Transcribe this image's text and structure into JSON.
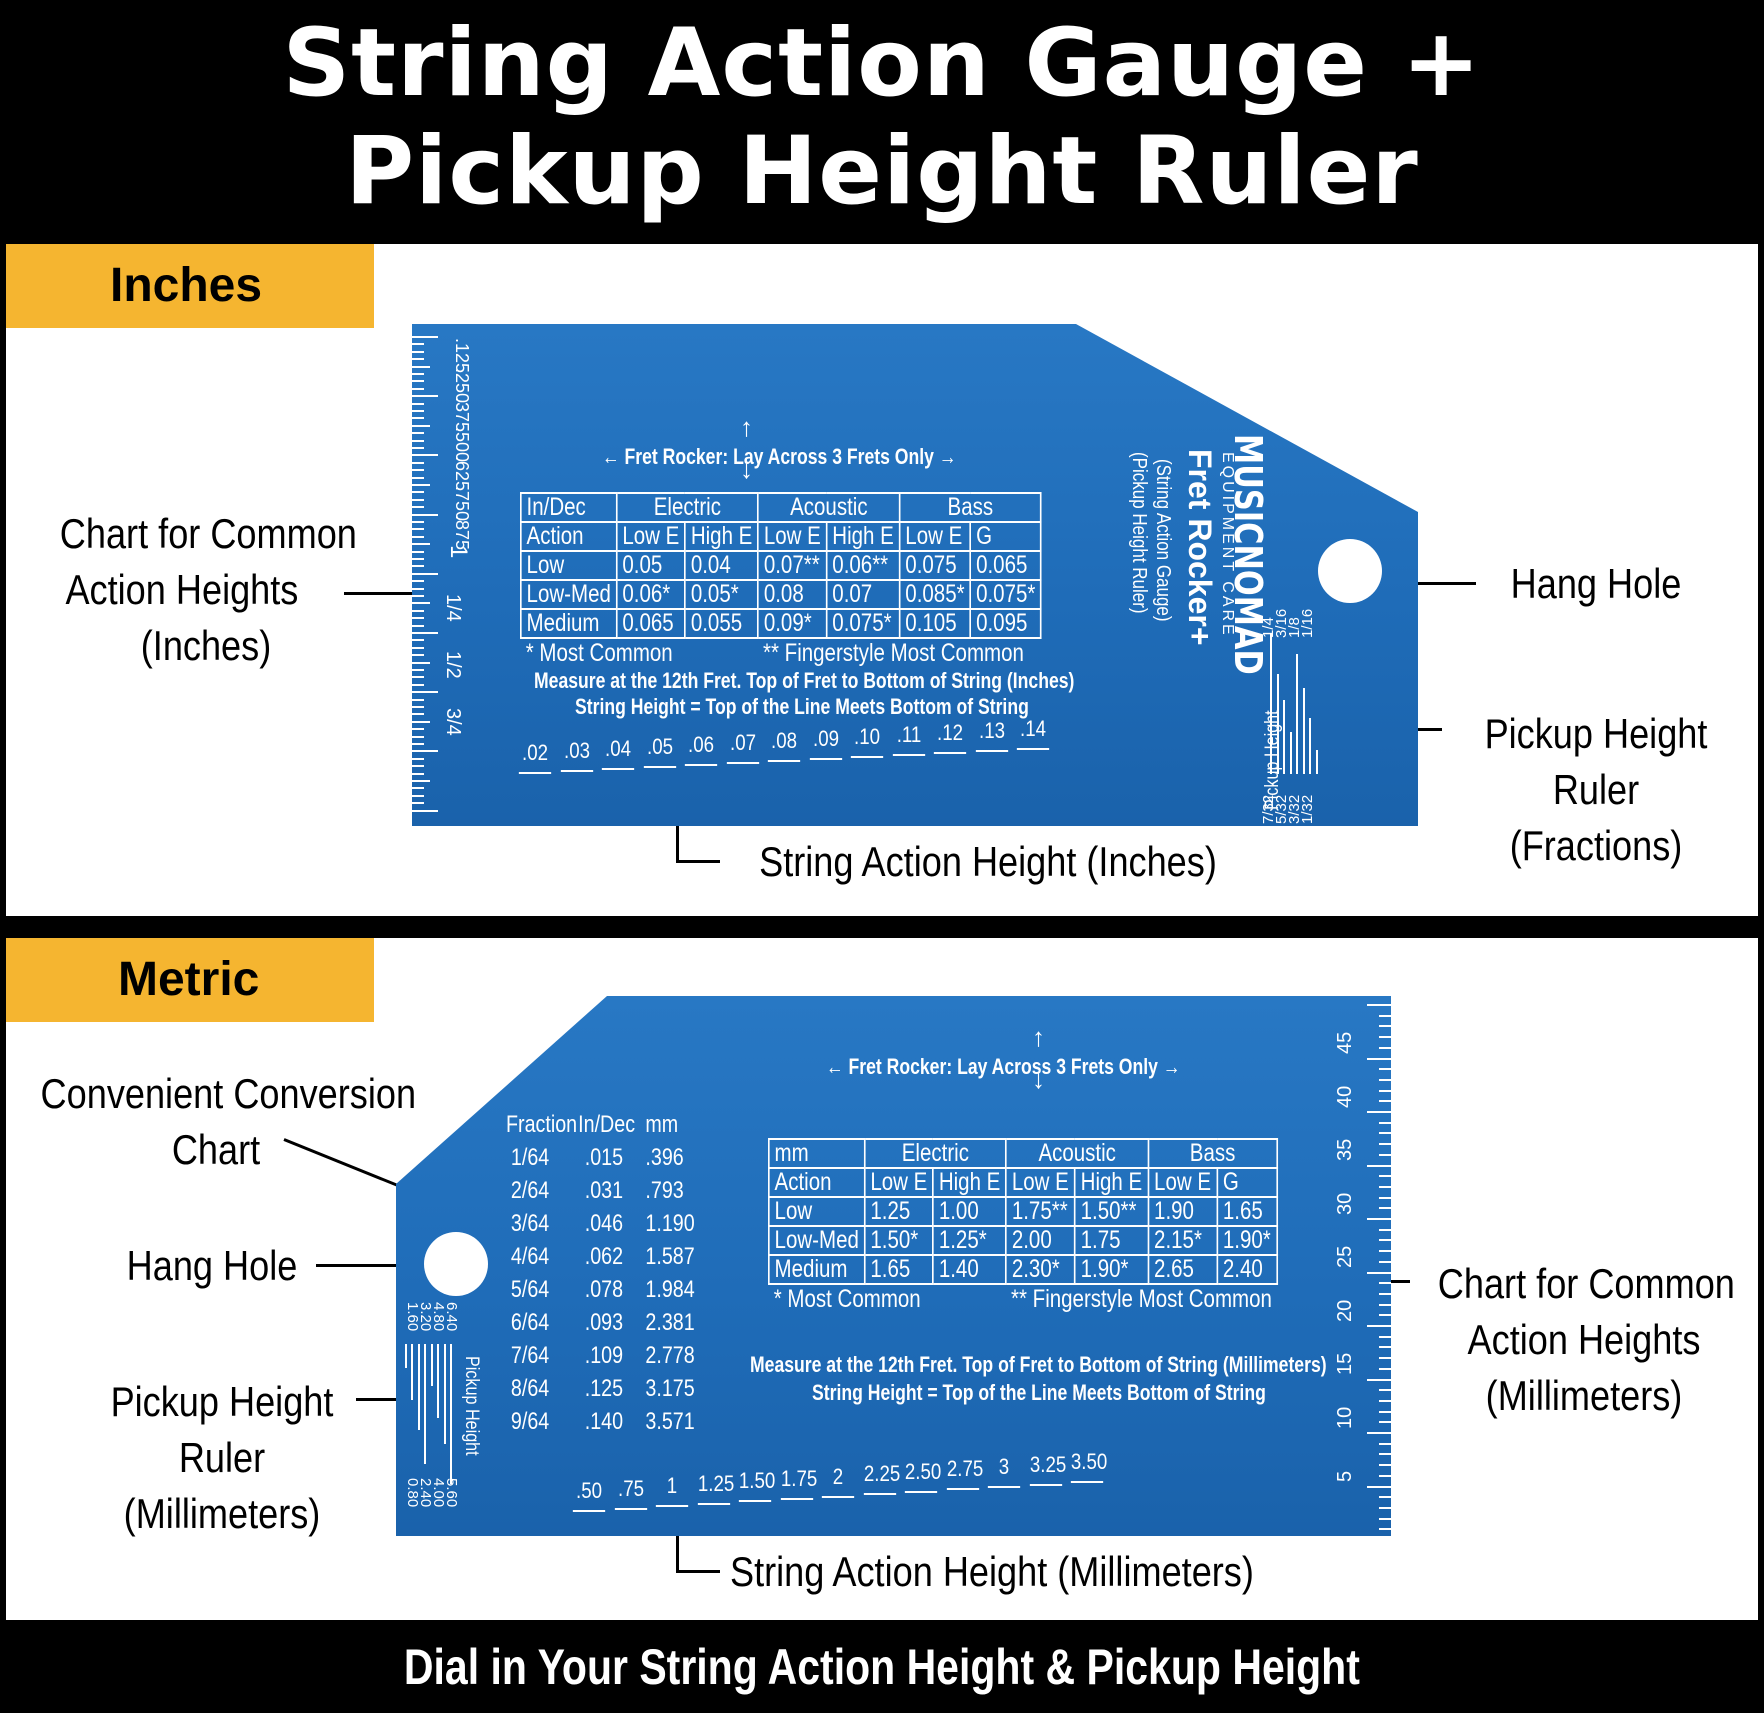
{
  "header": {
    "line1": "String Action Gauge +",
    "line2": "Pickup Height Ruler"
  },
  "footer": "Dial in Your String Action Height & Pickup Height",
  "inches": {
    "tag": "Inches",
    "labels": {
      "chart": [
        "Chart for Common",
        "Action Heights",
        "(Inches)"
      ],
      "hang_hole": "Hang Hole",
      "pickup": [
        "Pickup Height",
        "Ruler",
        "(Fractions)"
      ],
      "action": "String Action Height (Inches)"
    },
    "gauge": {
      "fret_rocker": "Fret Rocker: Lay Across 3 Frets Only",
      "brand": "MUSICNOMAD",
      "brand_sub": "EQUIPMENT CARE",
      "product": "Fret Rocker+",
      "product_sub1": "(String Action Gauge)",
      "product_sub2": "(Pickup Height Ruler)",
      "pickup_label": "Pickup Height",
      "pickup_top": [
        "1/4",
        "3/16",
        "1/8",
        "1/16"
      ],
      "pickup_bottom": [
        "7/32",
        "5/32",
        "3/32",
        "1/32"
      ],
      "measure1": "Measure at the 12th Fret. Top of Fret to Bottom of String (Inches)",
      "measure2": "String Height = Top of the Line Meets Bottom of String",
      "ruler_dec": [
        ".125",
        ".250",
        ".375",
        ".500",
        ".625",
        ".750",
        ".875",
        "1"
      ],
      "ruler_frac": [
        "1/4",
        "1/2",
        "3/4"
      ],
      "action_marks": [
        ".02",
        ".03",
        ".04",
        ".05",
        ".06",
        ".07",
        ".08",
        ".09",
        ".10",
        ".11",
        ".12",
        ".13",
        ".14"
      ],
      "table": {
        "head1": [
          "In/Dec",
          "Electric",
          "Acoustic",
          "Bass"
        ],
        "head2": [
          "Action",
          "Low E",
          "High E",
          "Low E",
          "High E",
          "Low E",
          "G"
        ],
        "rows": [
          [
            "Low",
            "0.05",
            "0.04",
            "0.07**",
            "0.06**",
            "0.075",
            "0.065"
          ],
          [
            "Low-Med",
            "0.06*",
            "0.05*",
            "0.08",
            "0.07",
            "0.085*",
            "0.075*"
          ],
          [
            "Medium",
            "0.065",
            "0.055",
            "0.09*",
            "0.075*",
            "0.105",
            "0.095"
          ]
        ],
        "note1": "* Most Common",
        "note2": "** Fingerstyle Most Common"
      }
    }
  },
  "metric": {
    "tag": "Metric",
    "labels": {
      "conversion": [
        "Convenient Conversion",
        "Chart"
      ],
      "hang_hole": "Hang Hole",
      "pickup": [
        "Pickup Height",
        "Ruler",
        "(Millimeters)"
      ],
      "chart": [
        "Chart for Common",
        "Action Heights",
        "(Millimeters)"
      ],
      "action": "String Action Height (Millimeters)"
    },
    "gauge": {
      "fret_rocker": "Fret Rocker: Lay Across 3 Frets Only",
      "conv_head": [
        "Fraction",
        "In/Dec",
        "mm"
      ],
      "conv_rows": [
        [
          "1/64",
          ".015",
          ".396"
        ],
        [
          "2/64",
          ".031",
          ".793"
        ],
        [
          "3/64",
          ".046",
          "1.190"
        ],
        [
          "4/64",
          ".062",
          "1.587"
        ],
        [
          "5/64",
          ".078",
          "1.984"
        ],
        [
          "6/64",
          ".093",
          "2.381"
        ],
        [
          "7/64",
          ".109",
          "2.778"
        ],
        [
          "8/64",
          ".125",
          "3.175"
        ],
        [
          "9/64",
          ".140",
          "3.571"
        ]
      ],
      "pickup_label": "Pickup Height",
      "pickup_top": [
        "6.40",
        "4.80",
        "3.20",
        "1.60"
      ],
      "pickup_bottom": [
        "5.60",
        "4.00",
        "2.40",
        "0.80"
      ],
      "measure1": "Measure at the 12th Fret. Top of Fret to Bottom of String (Millimeters)",
      "measure2": "String Height = Top of the Line Meets Bottom of String",
      "ruler_mm": [
        "45",
        "40",
        "35",
        "30",
        "25",
        "20",
        "15",
        "10",
        "5"
      ],
      "action_marks": [
        ".50",
        ".75",
        "1",
        "1.25",
        "1.50",
        "1.75",
        "2",
        "2.25",
        "2.50",
        "2.75",
        "3",
        "3.25",
        "3.50"
      ],
      "table": {
        "head1": [
          "mm",
          "Electric",
          "Acoustic",
          "Bass"
        ],
        "head2": [
          "Action",
          "Low E",
          "High E",
          "Low E",
          "High E",
          "Low E",
          "G"
        ],
        "rows": [
          [
            "Low",
            "1.25",
            "1.00",
            "1.75**",
            "1.50**",
            "1.90",
            "1.65"
          ],
          [
            "Low-Med",
            "1.50*",
            "1.25*",
            "2.00",
            "1.75",
            "2.15*",
            "1.90*"
          ],
          [
            "Medium",
            "1.65",
            "1.40",
            "2.30*",
            "1.90*",
            "2.65",
            "2.40"
          ]
        ],
        "note1": "* Most Common",
        "note2": "** Fingerstyle Most Common"
      }
    }
  }
}
